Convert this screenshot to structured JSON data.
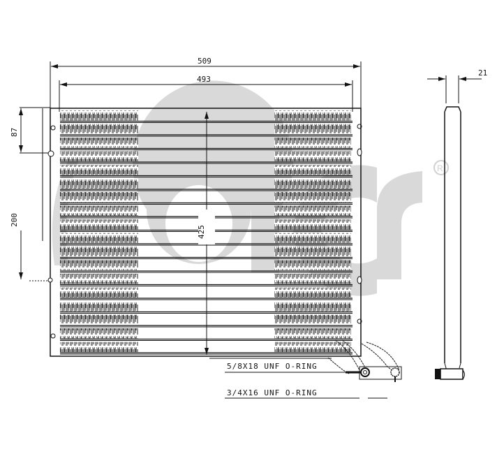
{
  "diagram": {
    "subject": "A/C condenser technical drawing",
    "watermark": {
      "text": "acr",
      "registered_mark": "®",
      "color": "#d6d6d6"
    },
    "dimensions": {
      "overall_width": "509",
      "core_width": "493",
      "thickness": "21",
      "top_mount_offset": "87",
      "mount_spacing": "200",
      "core_height": "425"
    },
    "fittings": [
      {
        "label": "5/8X18 UNF O-RING"
      },
      {
        "label": "3/4X16 UNF O-RING"
      }
    ],
    "views": [
      "front-view",
      "side-view"
    ],
    "tube_count": 18,
    "colors": {
      "line": "#111111",
      "background": "#ffffff",
      "fin_shade": "#555555"
    }
  }
}
